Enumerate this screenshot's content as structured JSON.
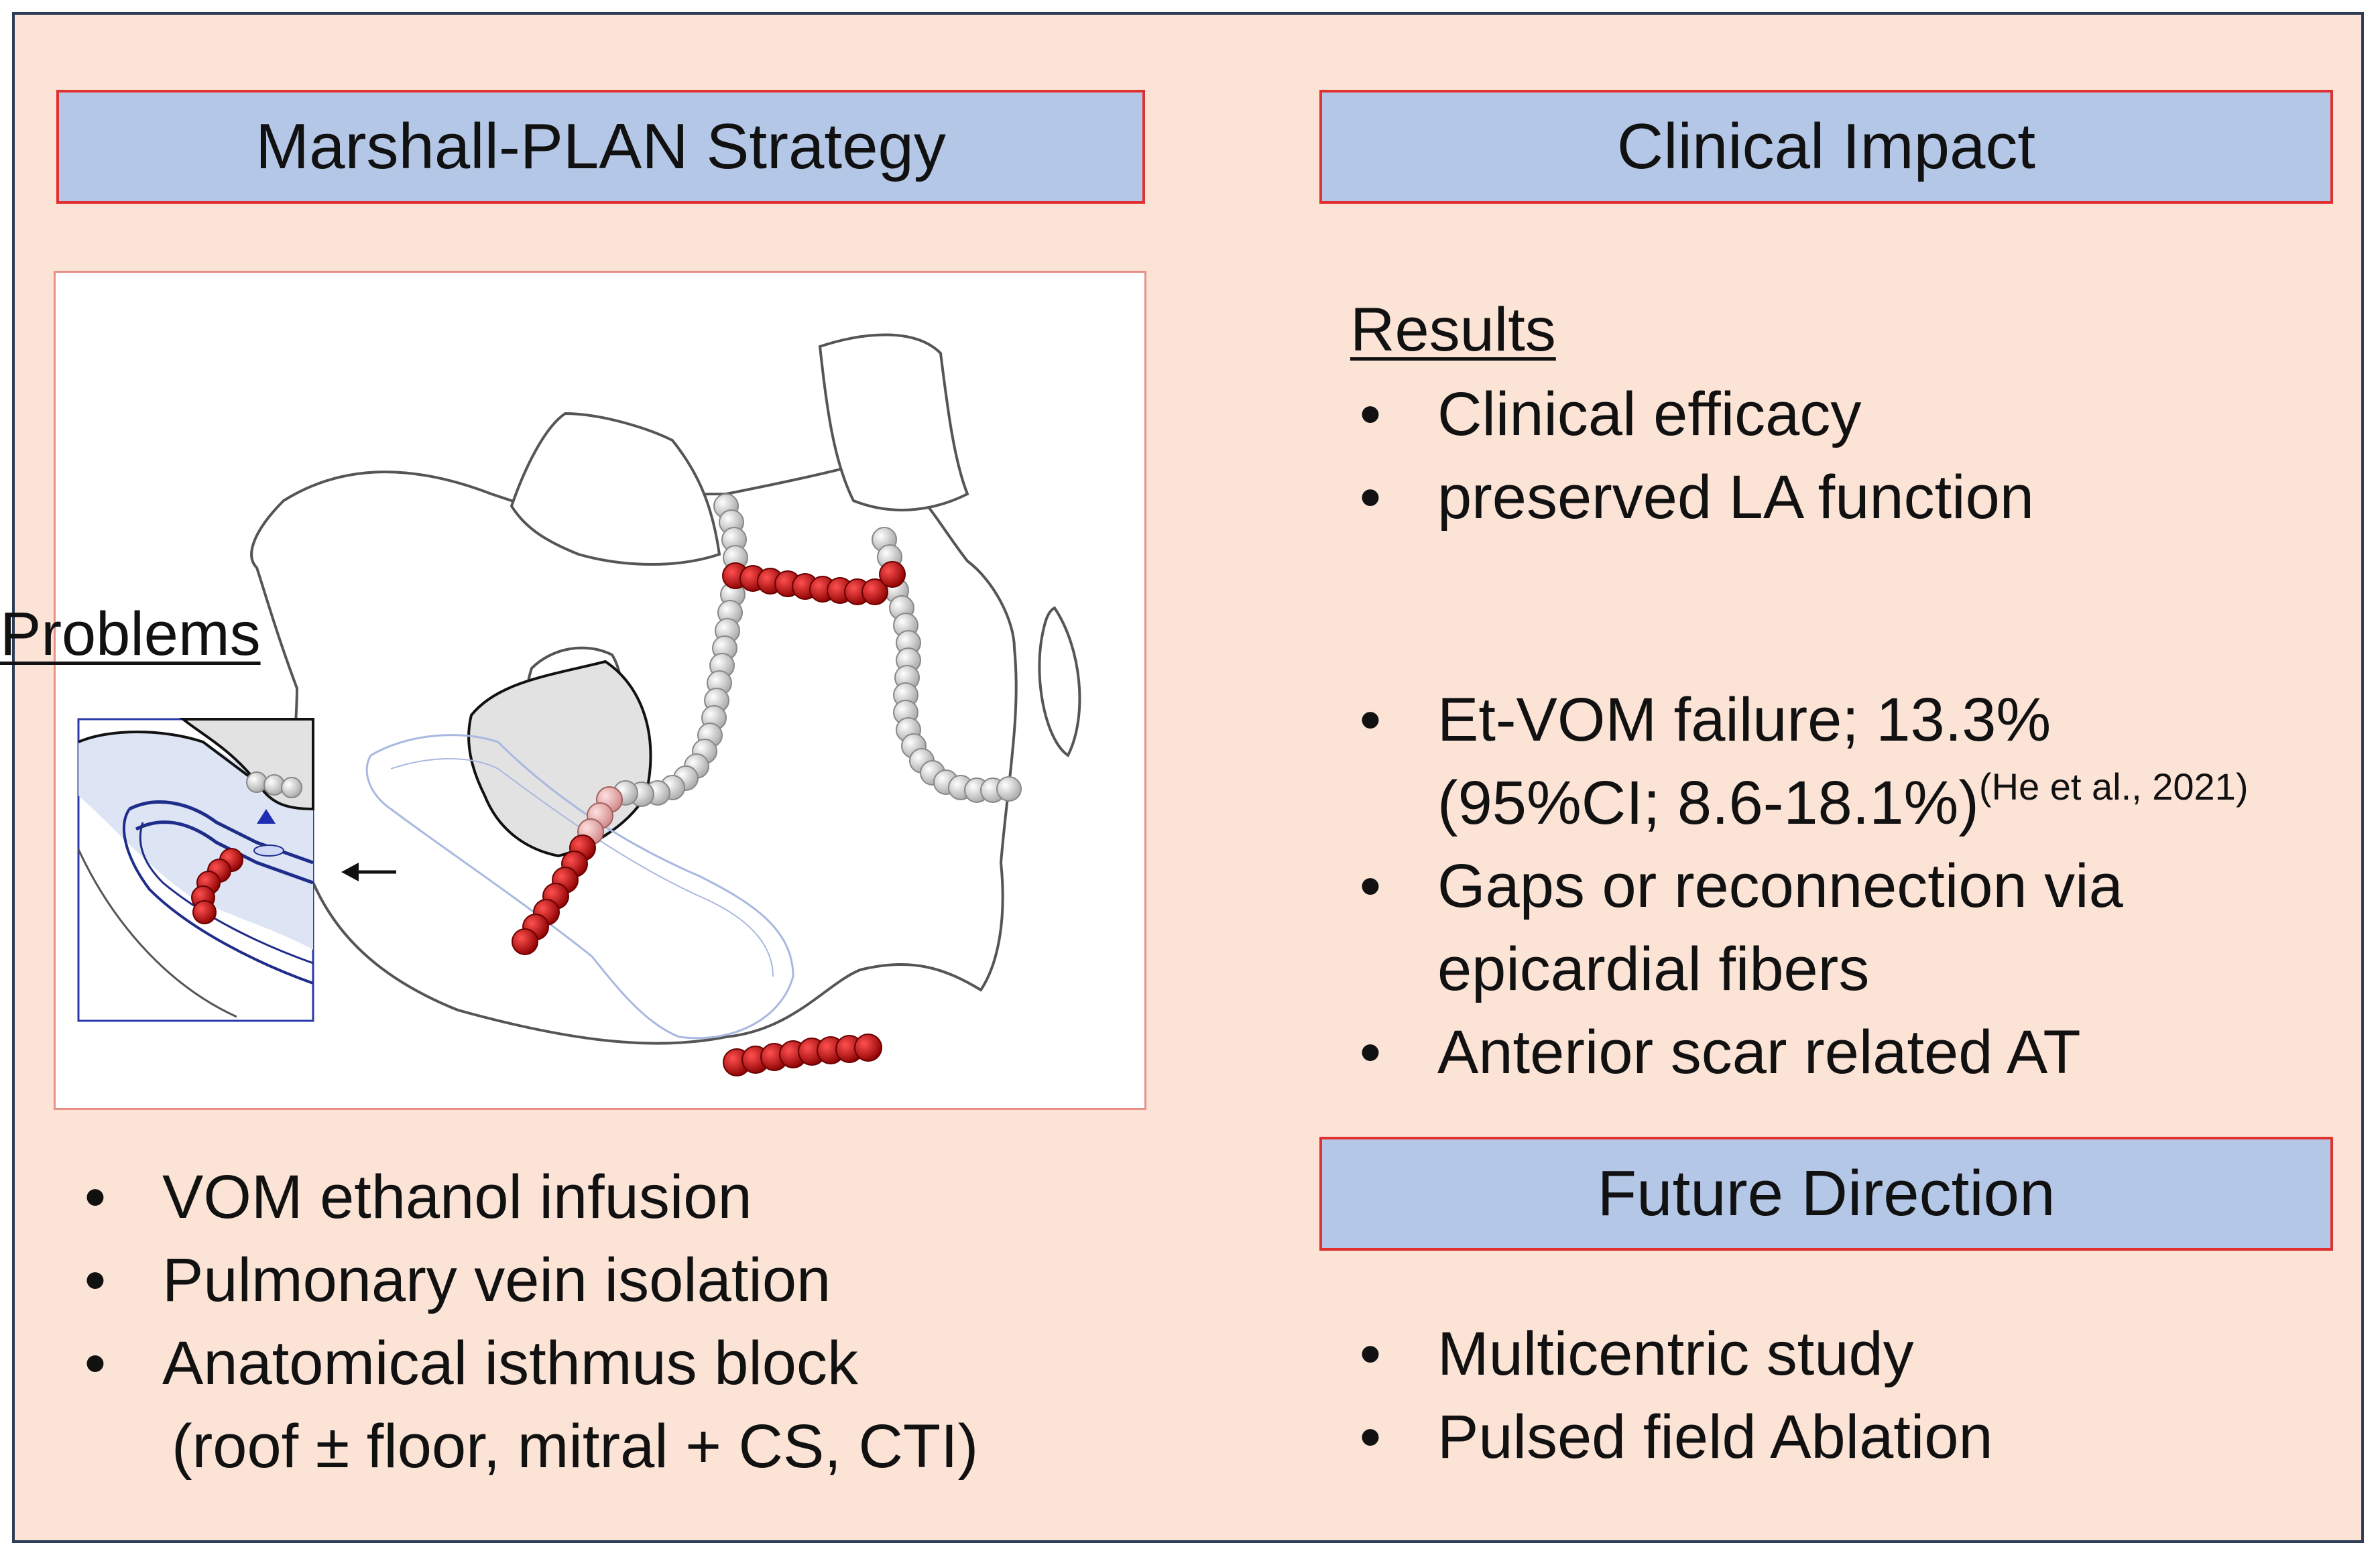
{
  "left": {
    "header": "Marshall-PLAN Strategy",
    "bullets": [
      "VOM ethanol infusion",
      "Pulmonary vein isolation",
      "Anatomical isthmus block"
    ],
    "continuation": "(roof ± floor, mitral + CS, CTI)"
  },
  "right": {
    "header": "Clinical Impact",
    "results_title": "Results",
    "results": [
      "Clinical efficacy",
      "preserved LA function"
    ],
    "problems_title": "Problems",
    "problem1_line1": "Et-VOM failure; 13.3%",
    "problem1_line2": "(95%CI; 8.6-18.1%)",
    "problem1_ref": "(He et al., 2021)",
    "problem2_line1": "Gaps or reconnection via",
    "problem2_line2": "epicardial fibers",
    "problem3": "Anterior scar related AT",
    "future_header": "Future Direction",
    "future": [
      "Multicentric study",
      "Pulsed field Ablation"
    ]
  },
  "bullet_symbol": "•",
  "colors": {
    "background": "#fbe3d6",
    "header_fill": "#b4c7e7",
    "header_border": "#e03030",
    "ablation_red": "#d81e1e",
    "pv_isolation_gray": "#e0e0e0",
    "inset_border": "#2a3aa8"
  }
}
